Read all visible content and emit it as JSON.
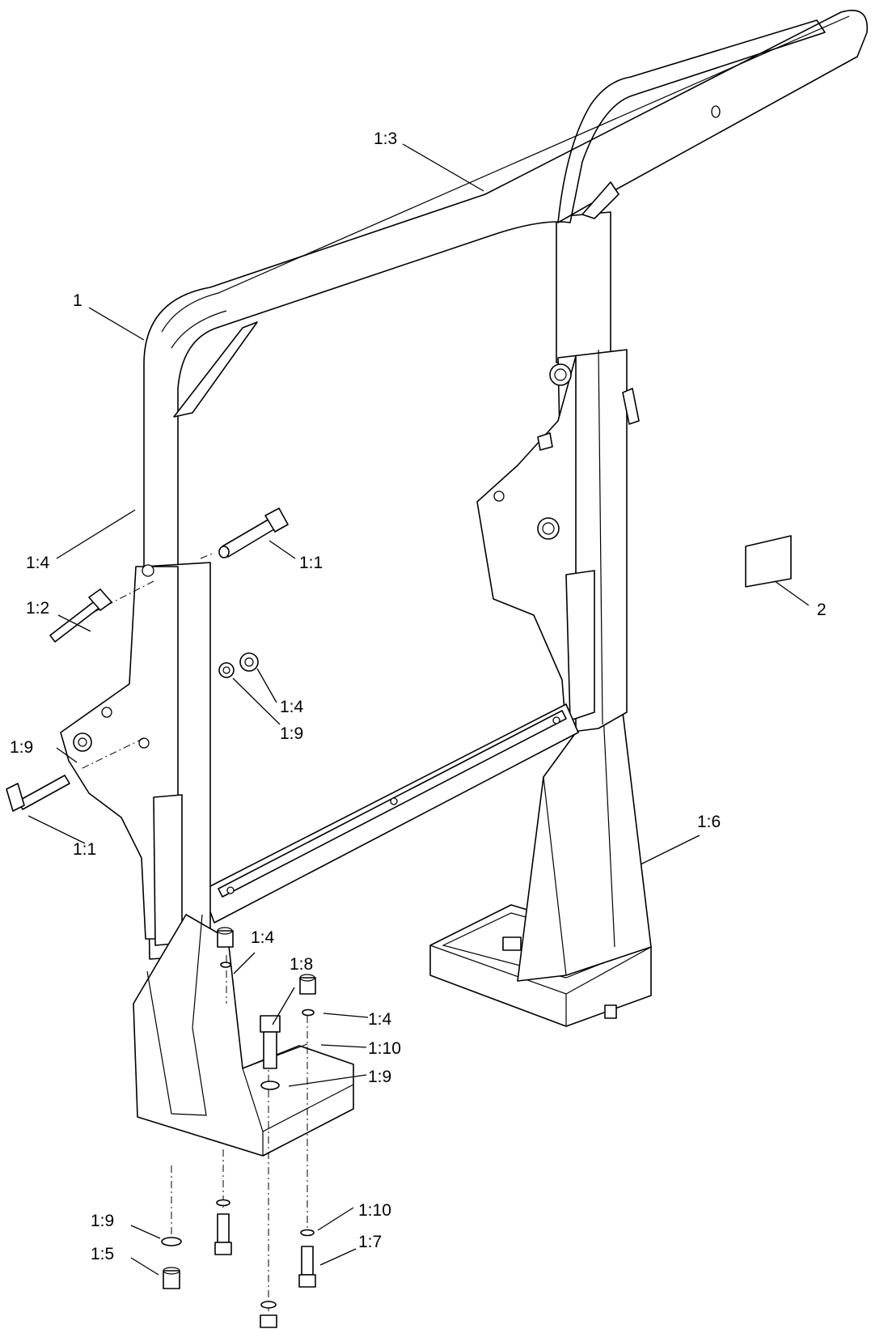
{
  "diagram": {
    "labels": {
      "frame": "1",
      "crossbar": "1:3",
      "upright_left": "1:4",
      "bolt_top": "1:1",
      "pin_left": "1:2",
      "decal": "2",
      "nut_mid": "1:4",
      "washer_mid": "1:9",
      "washer_left": "1:9",
      "bolt_left": "1:1",
      "base_right": "1:6",
      "nut_low_a": "1:4",
      "bolt_center": "1:8",
      "nut_low_b": "1:4",
      "washer_low_b": "1:10",
      "washer_center": "1:9",
      "washer_bottom_left": "1:9",
      "washer_bottom_right": "1:10",
      "nut_bottom_left": "1:5",
      "bolt_bottom_right": "1:7"
    }
  }
}
